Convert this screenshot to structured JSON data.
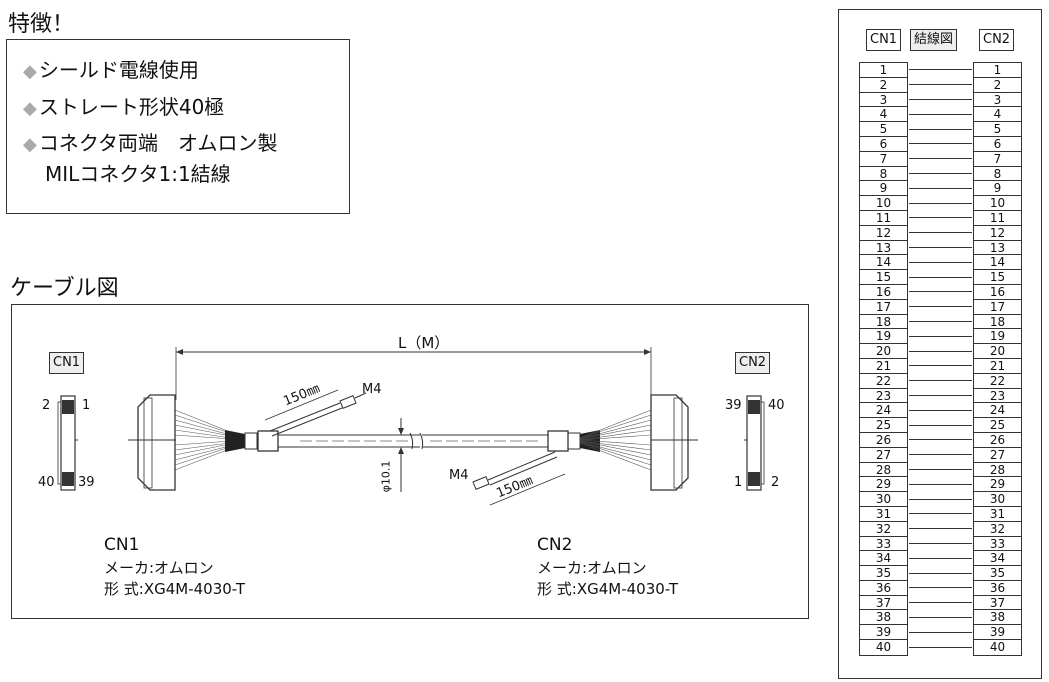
{
  "features": {
    "heading": "特徴！",
    "bullet": "◆",
    "items": [
      "シールド電線使用",
      "ストレート形状40極",
      "コネクタ両端　オムロン製"
    ],
    "continuation": "MILコネクタ1:1結線"
  },
  "cable": {
    "heading": "ケーブル図",
    "cn1_label": "CN1",
    "cn2_label": "CN2",
    "length_label": "L（M）",
    "lead_length": "150㎜",
    "m4": "M4",
    "diameter": "φ10.1",
    "cn1_pins": {
      "top_left": "2",
      "top_right": "1",
      "bottom_left": "40",
      "bottom_right": "39"
    },
    "cn2_pins": {
      "top_left": "39",
      "top_right": "40",
      "bottom_left": "1",
      "bottom_right": "2"
    },
    "cn1_info": {
      "name": "CN1",
      "maker": "メーカ:オムロン",
      "model": "形 式:XG4M-4030-T"
    },
    "cn2_info": {
      "name": "CN2",
      "maker": "メーカ:オムロン",
      "model": "形 式:XG4M-4030-T"
    }
  },
  "wiring": {
    "left_header": "CN1",
    "middle_header": "結線図",
    "right_header": "CN2",
    "pins": [
      "1",
      "2",
      "3",
      "4",
      "5",
      "6",
      "7",
      "8",
      "9",
      "10",
      "11",
      "12",
      "13",
      "14",
      "15",
      "16",
      "17",
      "18",
      "19",
      "20",
      "21",
      "22",
      "23",
      "24",
      "25",
      "26",
      "27",
      "28",
      "29",
      "30",
      "31",
      "32",
      "33",
      "34",
      "35",
      "36",
      "37",
      "38",
      "39",
      "40"
    ]
  }
}
